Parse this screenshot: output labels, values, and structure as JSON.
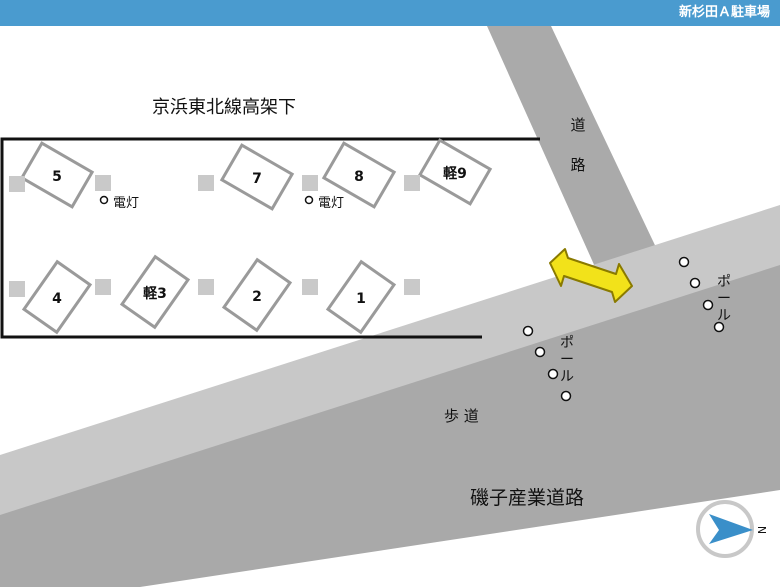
{
  "header": {
    "title": "新杉田Ａ駐車場"
  },
  "labels": {
    "overpass": "京浜東北線高架下",
    "side_road": "道路",
    "sidewalk": "歩 道",
    "main_road": "磯子産業道路",
    "pole": "ポール",
    "light": "電灯"
  },
  "slots": {
    "s5": "5",
    "s7": "7",
    "s8": "8",
    "s9": "軽9",
    "s4": "4",
    "s3": "軽3",
    "s2": "2",
    "s1": "1"
  },
  "compass": {
    "north_letter": "N"
  },
  "colors": {
    "header": "#4a9bcf",
    "road": "#aaaaaa",
    "sidewalk": "#c8c8c8",
    "slot_border": "#9a9a9a",
    "block": "#c9c9c9",
    "arrow_fill": "#f2e21a",
    "arrow_stroke": "#8a7a00",
    "compass": "#3a8fc9"
  }
}
